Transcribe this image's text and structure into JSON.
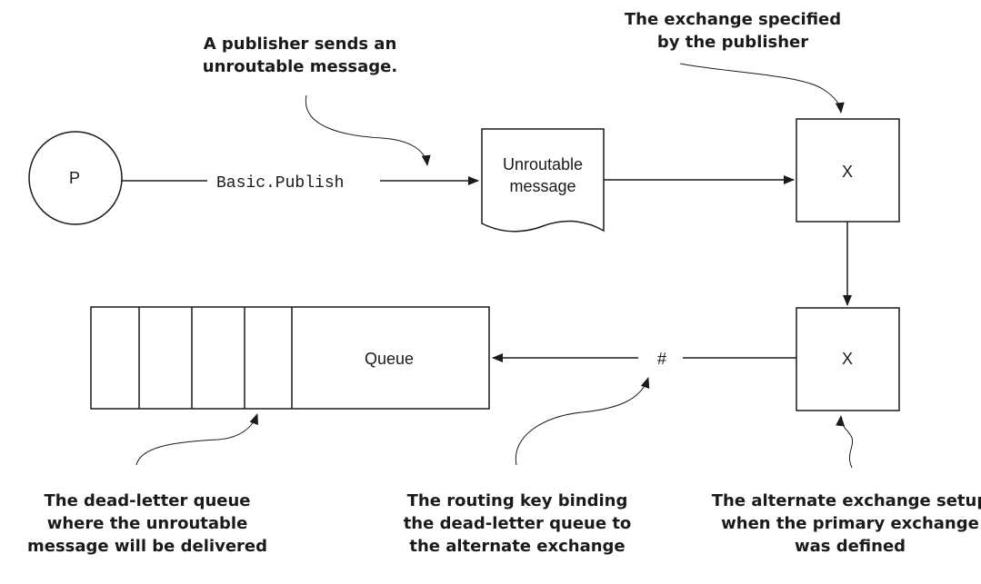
{
  "publisher": {
    "label": "P"
  },
  "publish_method": "Basic.Publish",
  "message": {
    "line1": "Unroutable",
    "line2": "message"
  },
  "primary_exchange": {
    "label": "X"
  },
  "alternate_exchange": {
    "label": "X"
  },
  "routing_key": "#",
  "queue": {
    "label": "Queue"
  },
  "annotations": {
    "publisher_note": [
      "A publisher sends an",
      "unroutable message."
    ],
    "exchange_note": [
      "The exchange specified",
      "by the publisher"
    ],
    "queue_note": [
      "The dead-letter queue",
      "where the unroutable",
      "message will be delivered"
    ],
    "routing_note": [
      "The routing key binding",
      "the dead-letter queue to",
      "the alternate exchange"
    ],
    "alternate_note": [
      "The alternate exchange setup",
      "when the primary exchange",
      "was defined"
    ]
  }
}
